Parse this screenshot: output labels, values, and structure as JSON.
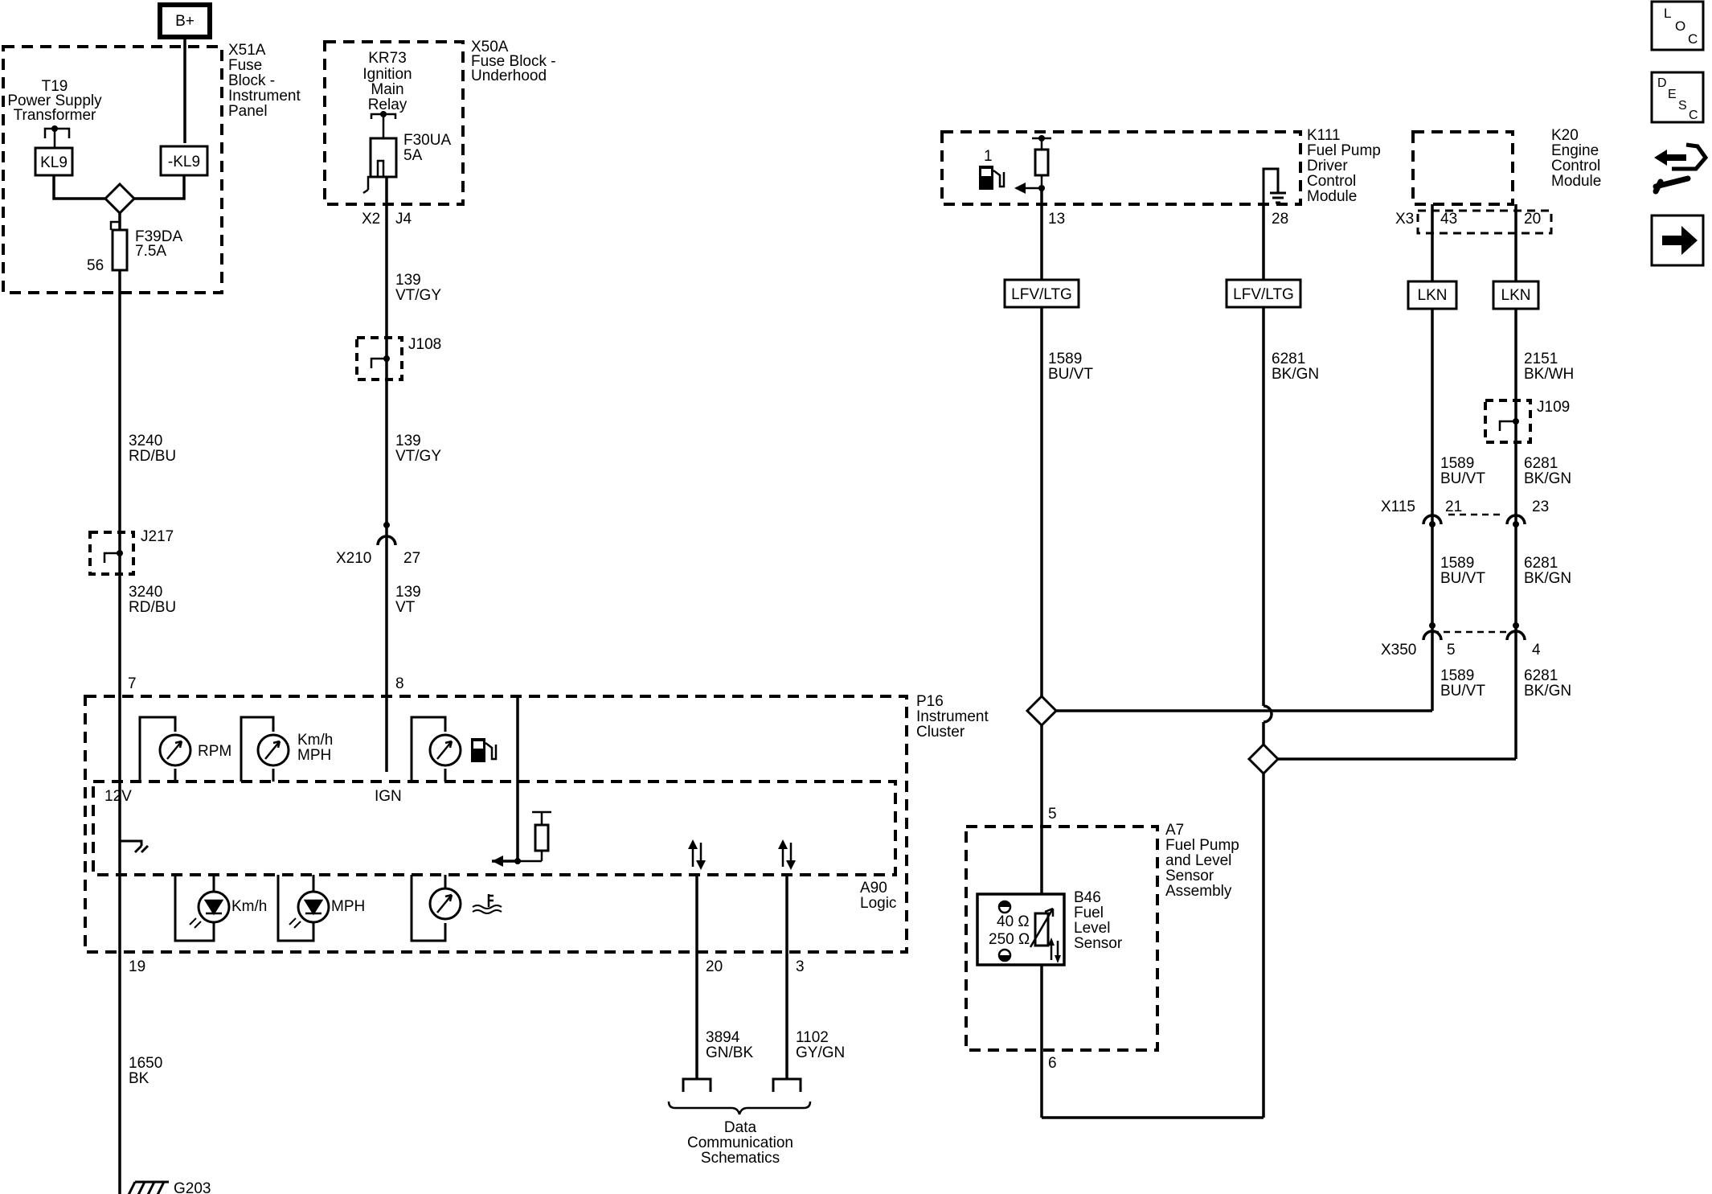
{
  "nav": {
    "loc": [
      "L",
      "O",
      "C"
    ],
    "desc": [
      "D",
      "E",
      "S",
      "C"
    ]
  },
  "power": {
    "bplus": "B+"
  },
  "fuse_block_ip": {
    "id": "X51A",
    "name": [
      "Fuse",
      "Block -",
      "Instrument",
      "Panel"
    ],
    "transformer": [
      "T19",
      "Power Supply",
      "Transformer"
    ],
    "kl9": "KL9",
    "neg_kl9": "-KL9",
    "fuse": [
      "F39DA",
      "7.5A"
    ],
    "pin": "56"
  },
  "fuse_block_uh": {
    "id": "X50A",
    "name": [
      "Fuse Block -",
      "Underhood"
    ],
    "relay": [
      "KR73",
      "Ignition",
      "Main",
      "Relay"
    ],
    "fuse": [
      "F30UA",
      "5A"
    ],
    "conn_left": "X2",
    "conn_right": "J4"
  },
  "fuel_pump_module": {
    "id": "K111",
    "name": [
      "Fuel Pump",
      "Driver",
      "Control",
      "Module"
    ],
    "pin_label": "1",
    "pins": [
      "13",
      "28"
    ],
    "conn": [
      "LFV/LTG",
      "LFV/LTG"
    ]
  },
  "ecm": {
    "id": "K20",
    "name": [
      "Engine",
      "Control",
      "Module"
    ],
    "conn": "X3",
    "pins": [
      "43",
      "20"
    ],
    "lkn": [
      "LKN",
      "LKN"
    ]
  },
  "wires": {
    "w3240_a": [
      "3240",
      "RD/BU"
    ],
    "w3240_b": [
      "3240",
      "RD/BU"
    ],
    "w139_a": [
      "139",
      "VT/GY"
    ],
    "w139_b": [
      "139",
      "VT/GY"
    ],
    "w139_c": [
      "139",
      "VT"
    ],
    "w1589_a": [
      "1589",
      "BU/VT"
    ],
    "w6281_a": [
      "6281",
      "BK/GN"
    ],
    "w2151": [
      "2151",
      "BK/WH"
    ],
    "w1589_b": [
      "1589",
      "BU/VT"
    ],
    "w6281_b": [
      "6281",
      "BK/GN"
    ],
    "w1589_c": [
      "1589",
      "BU/VT"
    ],
    "w6281_c": [
      "6281",
      "BK/GN"
    ],
    "w1589_d": [
      "1589",
      "BU/VT"
    ],
    "w6281_d": [
      "6281",
      "BK/GN"
    ],
    "w1650": [
      "1650",
      "BK"
    ],
    "w3894": [
      "3894",
      "GN/BK"
    ],
    "w1102": [
      "1102",
      "GY/GN"
    ]
  },
  "splices": {
    "j217": "J217",
    "j108": "J108",
    "j109": "J109"
  },
  "inline": {
    "x210": "X210",
    "x210_pin": "27",
    "x115": "X115",
    "x115_pins": [
      "21",
      "23"
    ],
    "x350": "X350",
    "x350_pins": [
      "5",
      "4"
    ]
  },
  "cluster": {
    "id": "P16",
    "name": [
      "Instrument",
      "Cluster"
    ],
    "pin_12v": "7",
    "pin_ign": "8",
    "pin_gnd": "19",
    "pin_data1": "20",
    "pin_data2": "3",
    "rpm": "RPM",
    "speed": [
      "Km/h",
      "MPH"
    ],
    "v12": "12V",
    "ign": "IGN",
    "logic_id": "A90",
    "logic_name": "Logic",
    "led_kmh": "Km/h",
    "led_mph": "MPH"
  },
  "ground": "G203",
  "data_comm": [
    "Data",
    "Communication",
    "Schematics"
  ],
  "fuel_sensor_assy": {
    "id": "A7",
    "name": [
      "Fuel Pump",
      "and Level",
      "Sensor",
      "Assembly"
    ],
    "pin_top": "5",
    "pin_bottom": "6",
    "sensor": [
      "B46",
      "Fuel",
      "Level",
      "Sensor"
    ],
    "r40": "40 Ω",
    "r250": "250 Ω"
  }
}
